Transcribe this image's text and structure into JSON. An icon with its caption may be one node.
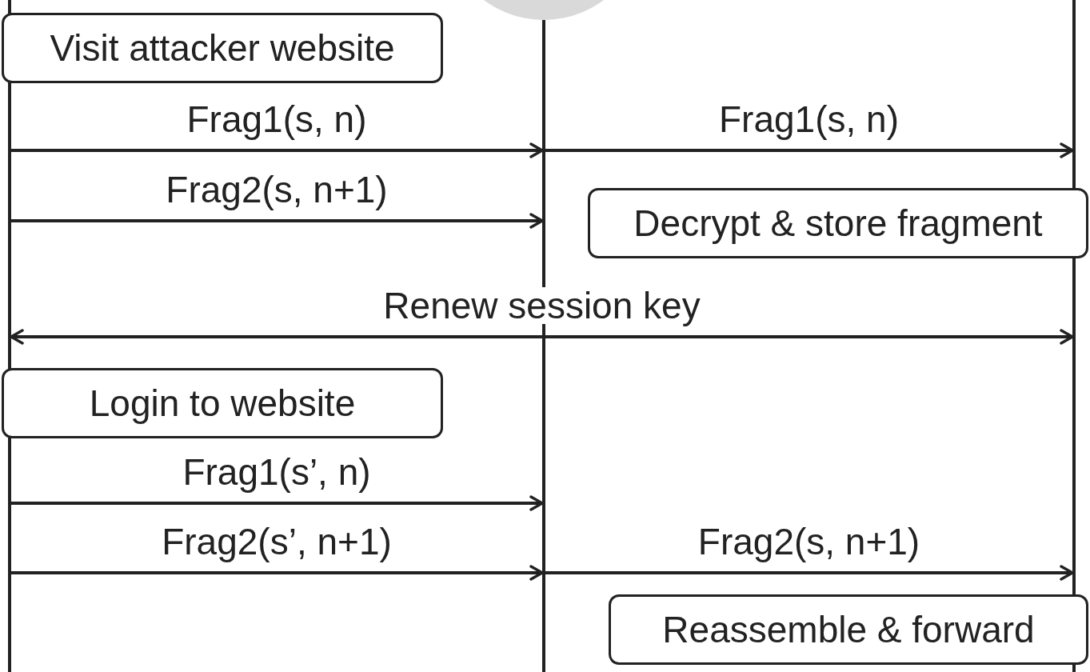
{
  "diagram": {
    "nodes": [
      {
        "text": [],
        "shape": "line"
      },
      {
        "text": [],
        "shape": "line"
      },
      {
        "text": [],
        "shape": "line"
      },
      {
        "text": [
          "Visit attacker website"
        ]
      },
      {
        "text": [
          "Decrypt & store fragment"
        ]
      },
      {
        "text": [
          "Login to website"
        ]
      },
      {
        "text": [
          "Reassemble & forward"
        ]
      }
    ],
    "edges": [
      {
        "from": 0,
        "to": 1,
        "arrow": "to",
        "label": "Frag1(s, n)"
      },
      {
        "from": 1,
        "to": 2,
        "arrow": "to",
        "label": "Frag1(s, n)"
      },
      {
        "from": 0,
        "to": 1,
        "arrow": "to",
        "label": "Frag2(s, n+1)"
      },
      {
        "from": 0,
        "to": 2,
        "arrow": "both",
        "label": "Renew session key"
      },
      {
        "from": 0,
        "to": 1,
        "arrow": "to",
        "label": "Frag1(s’, n)"
      },
      {
        "from": 0,
        "to": 1,
        "arrow": "to",
        "label": "Frag2(s’, n+1)"
      },
      {
        "from": 1,
        "to": 2,
        "arrow": "to",
        "label": "Frag2(s, n+1)"
      }
    ]
  }
}
